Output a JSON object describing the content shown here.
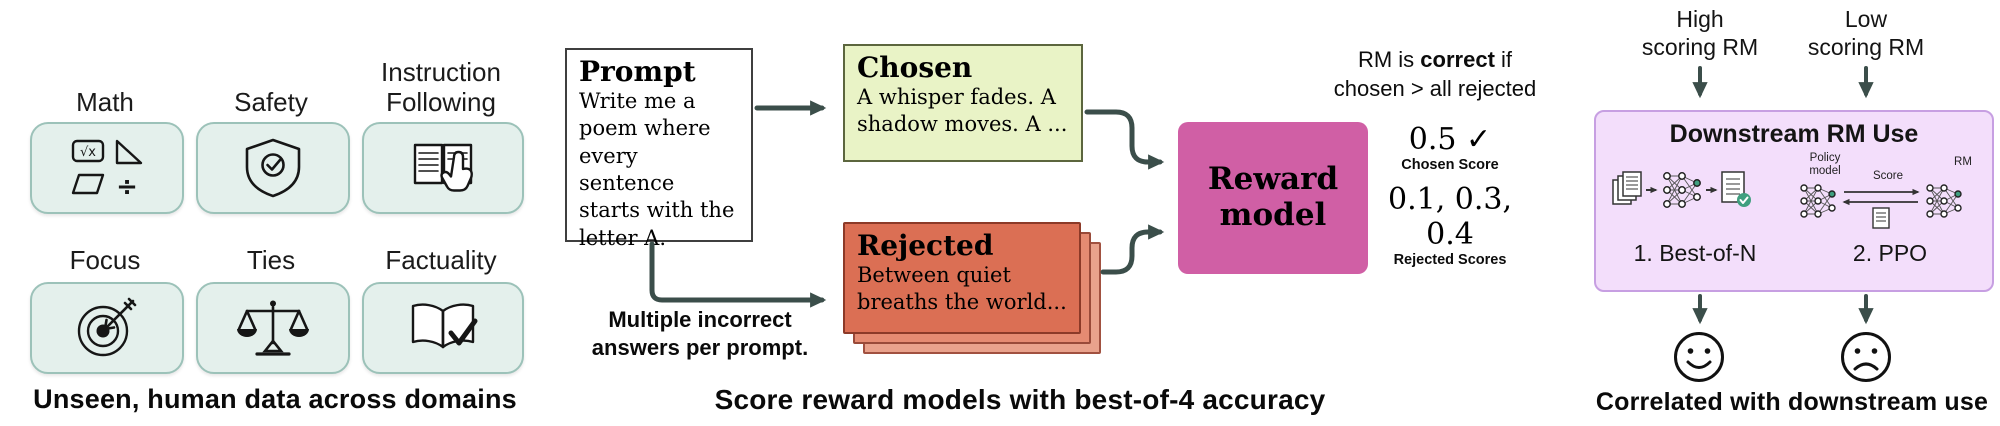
{
  "colors": {
    "domain_box_bg": "#e4f0ec",
    "domain_box_border": "#9cc2b9",
    "chosen_bg": "#e9f3c6",
    "chosen_border": "#5c663e",
    "rejected_bg": "#db6f54",
    "rejected_border": "#8c3a28",
    "reward_bg": "#d05fa5",
    "downstream_bg": "#f3defb",
    "downstream_border": "#c79fe2",
    "arrow": "#3b4e4a",
    "accent_green": "#3f9f7f"
  },
  "left": {
    "caption": "Unseen, human data across domains",
    "items": [
      {
        "label": "Math",
        "icon": "math-icon"
      },
      {
        "label": "Safety",
        "icon": "shield-check-icon"
      },
      {
        "label": "Instruction Following",
        "icon": "instruction-following-icon"
      },
      {
        "label": "Focus",
        "icon": "target-dart-icon"
      },
      {
        "label": "Ties",
        "icon": "balance-scale-icon"
      },
      {
        "label": "Factuality",
        "icon": "open-book-check-icon"
      }
    ]
  },
  "middle": {
    "caption": "Score reward models with best-of-4 accuracy",
    "prompt": {
      "title": "Prompt",
      "body": "Write me a poem where every sentence starts with the letter A."
    },
    "chosen": {
      "title": "Chosen",
      "body": "A whisper fades. A shadow moves. A ..."
    },
    "rejected": {
      "title": "Rejected",
      "body": "Between quiet breaths the world...",
      "note": "Multiple incorrect answers per prompt."
    },
    "reward_model": {
      "line1": "Reward",
      "line2": "model"
    },
    "scoring": {
      "rule_prefix": "RM is ",
      "rule_bold": "correct",
      "rule_suffix": " if",
      "rule_line2": "chosen > all rejected",
      "chosen_score": "0.5 ✓",
      "chosen_score_label": "Chosen Score",
      "rejected_scores": "0.1, 0.3, 0.4",
      "rejected_scores_label": "Rejected Scores"
    }
  },
  "right": {
    "caption": "Correlated with downstream use",
    "high_rm": "High\nscoring RM",
    "low_rm": "Low\nscoring RM",
    "box_title": "Downstream RM Use",
    "best_of_n_label": "1. Best-of-N",
    "ppo_label": "2. PPO",
    "policy_model_label": "Policy\nmodel",
    "score_label": "Score",
    "rm_label": "RM"
  }
}
